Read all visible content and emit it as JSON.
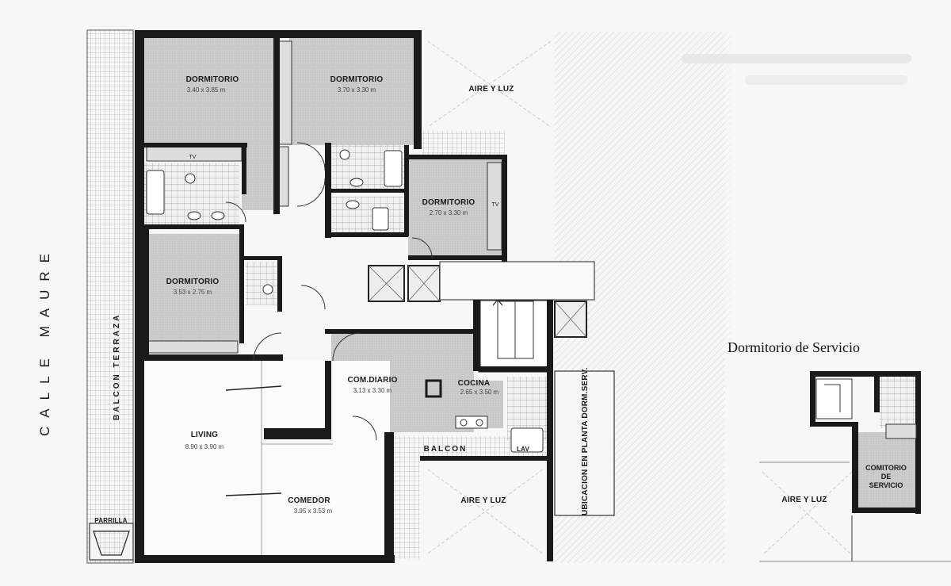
{
  "street": "CALLE MAURE",
  "terrace": {
    "label": "BALCON TERRAZA"
  },
  "rooms": [
    {
      "name": "DORMITORIO",
      "dims": "3.40 x 3.85 m"
    },
    {
      "name": "DORMITORIO",
      "dims": "3.70 x 3.30 m"
    },
    {
      "name": "DORMITORIO",
      "dims": "2.70 x 3.30 m"
    },
    {
      "name": "DORMITORIO",
      "dims": "3.53 x 2.75 m"
    },
    {
      "name": "LIVING",
      "dims": "8.90 x 3.90 m"
    },
    {
      "name": "COMEDOR",
      "dims": "3.95 x 3.53 m"
    },
    {
      "name": "COM.DIARIO",
      "dims": "3.13 x 3.30 m"
    },
    {
      "name": "COCINA",
      "dims": "2.65 x 3.50 m"
    }
  ],
  "labels": {
    "aire_luz": "AIRE Y LUZ",
    "balcon": "BALCON",
    "lav": "LAV",
    "parrilla": "PARRILLA",
    "tv": "TV",
    "ubicacion": "UBICACION EN PLANTA DORM.SERV."
  },
  "service": {
    "title": "Dormitorio de Servicio",
    "room_line1": "COMITORIO",
    "room_line2": "DE",
    "room_line3": "SERVICIO",
    "aire_luz": "AIRE Y LUZ"
  },
  "colors": {
    "wall": "#1a1a1a",
    "floor": "#c9c9c9",
    "grid": "#9a9a9a",
    "paper": "#f7f7f5"
  }
}
